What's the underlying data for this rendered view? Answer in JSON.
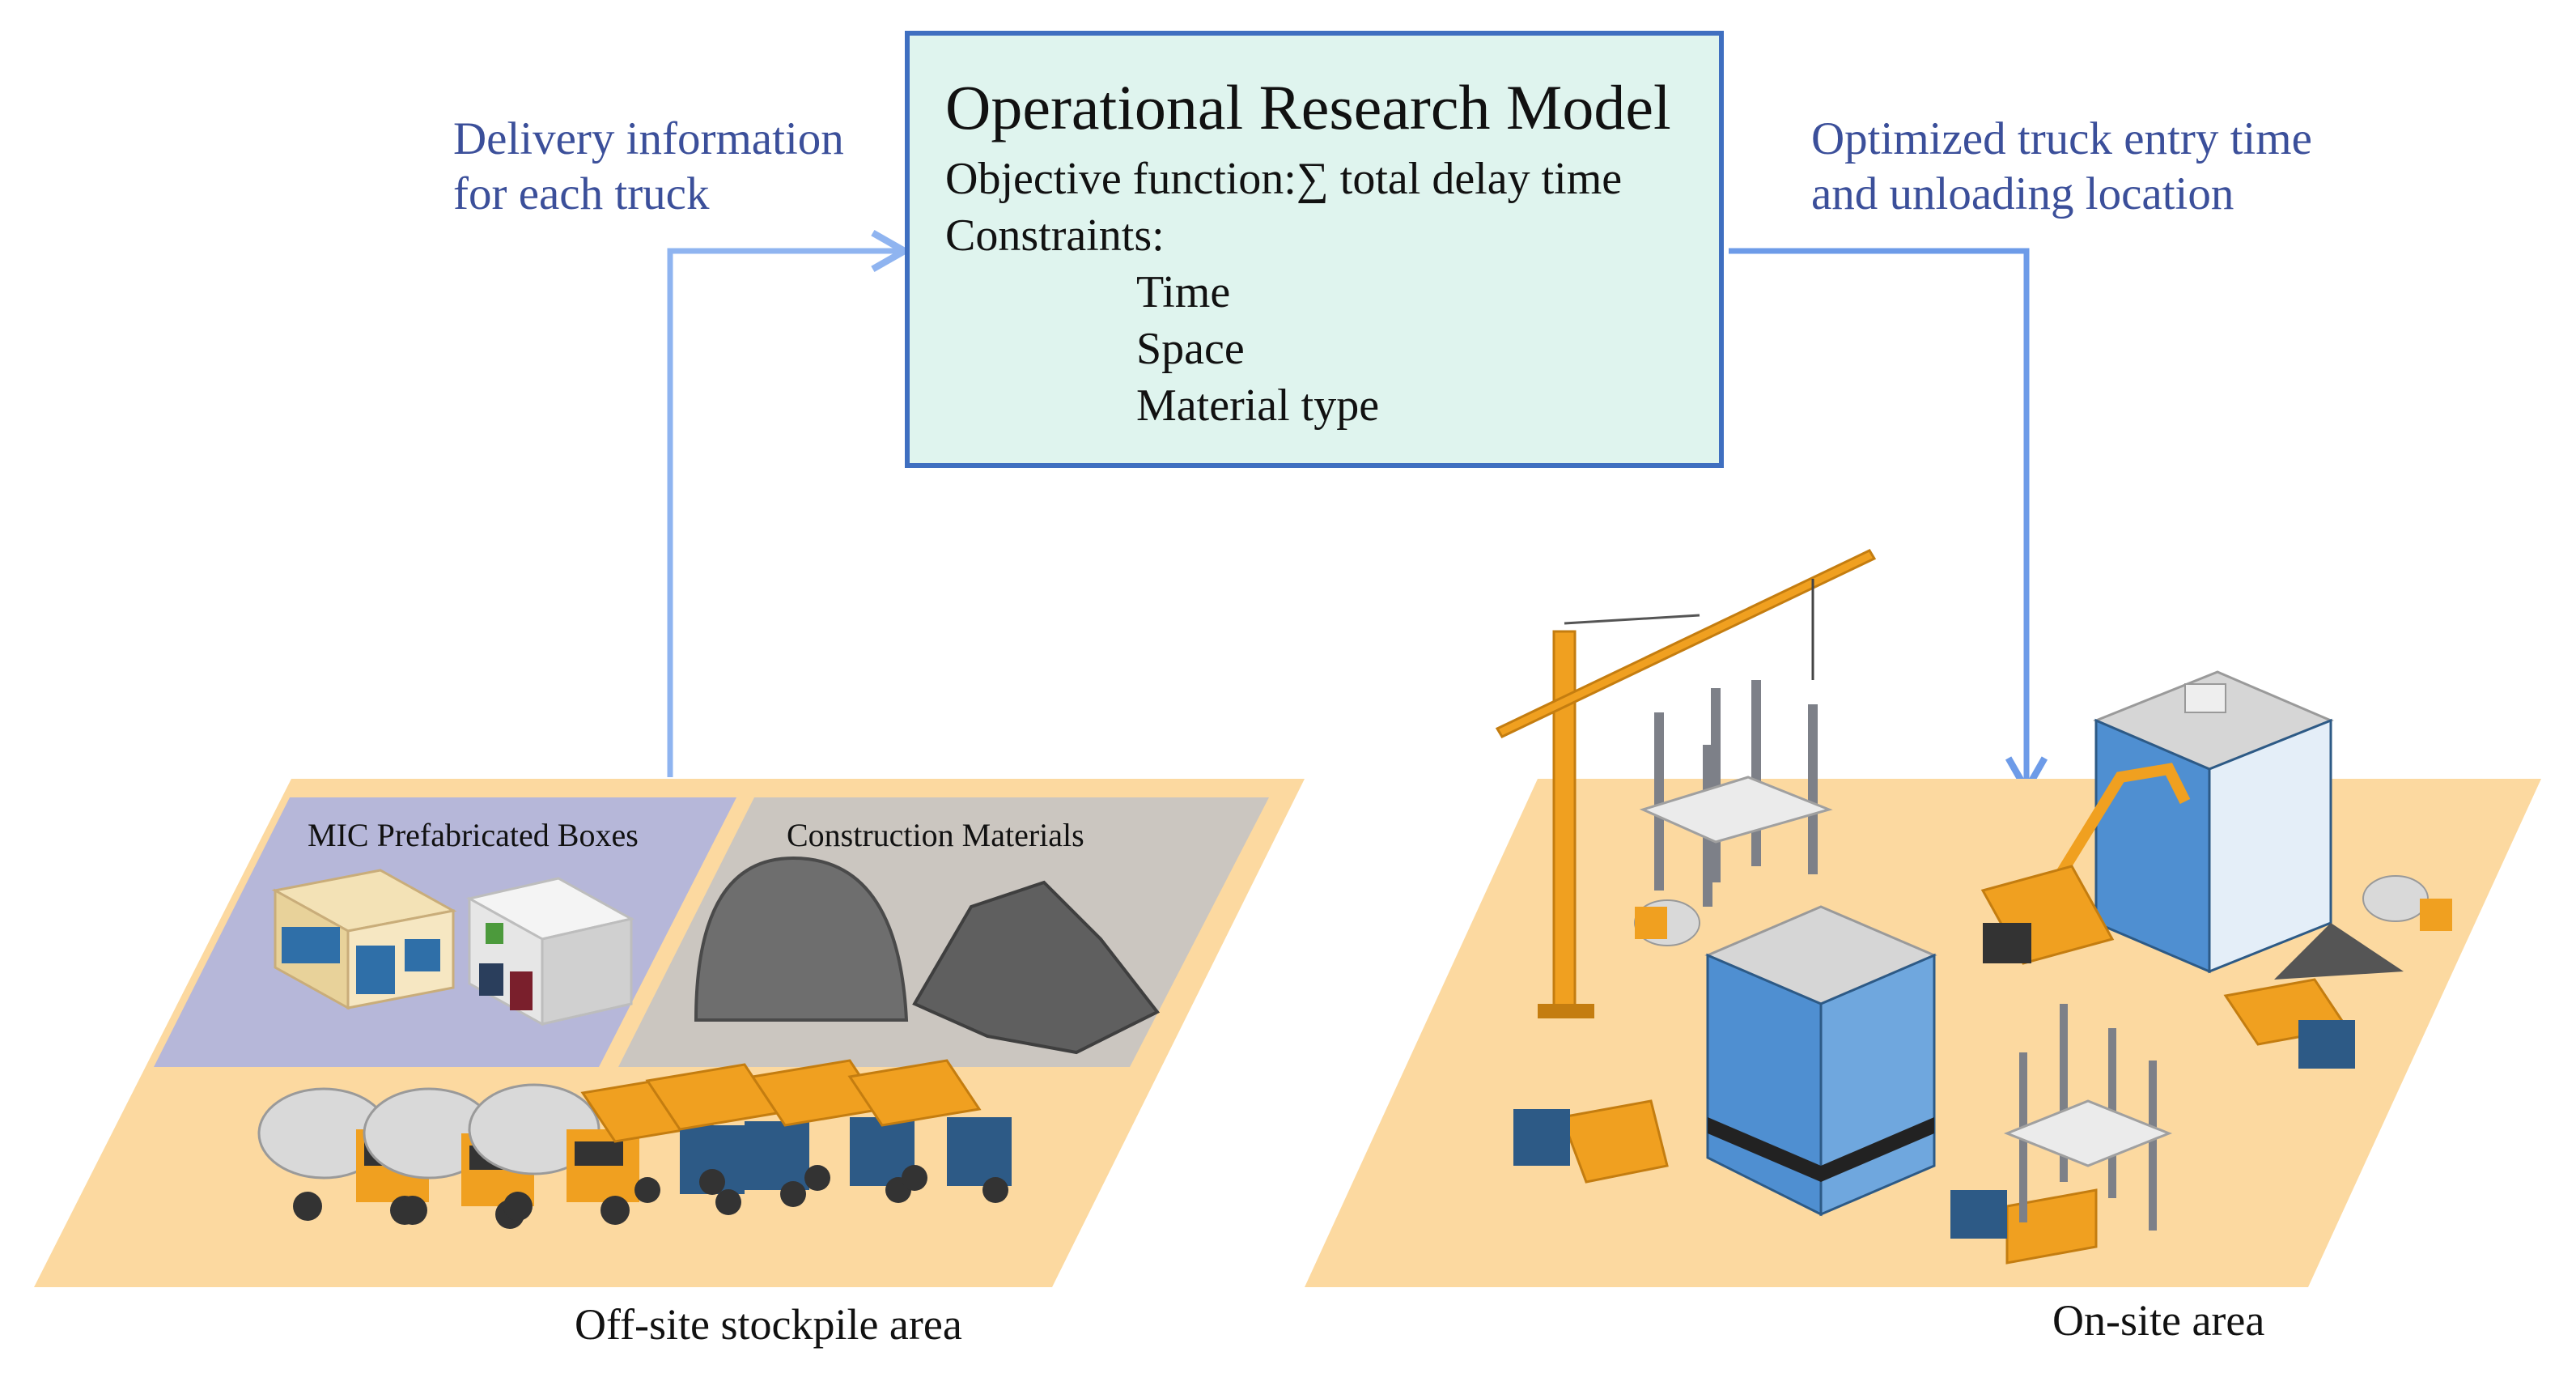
{
  "model": {
    "title": "Operational Research Model",
    "objective": "Objective function:∑ total delay time",
    "constraints_label": "Constraints:",
    "constraints": [
      "Time",
      "Space",
      "Material type"
    ]
  },
  "left_flow": {
    "line1": "Delivery information",
    "line2": "for each truck"
  },
  "right_flow": {
    "line1": "Optimized truck entry time",
    "line2": "and unloading location"
  },
  "offsite": {
    "mic_label": "MIC Prefabricated Boxes",
    "materials_label": "Construction Materials",
    "area_label": "Off-site stockpile area"
  },
  "onsite": {
    "area_label": "On-site area"
  },
  "colors": {
    "ground": "#fcd9a0",
    "mic_panel": "#b6b7d9",
    "materials_panel": "#cbc6c0",
    "box_fill": "#dff4ee",
    "box_border": "#3f6fc0",
    "arrow": "#8fb4f0",
    "label_blue": "#3b4f9a",
    "truck_cab": "#f0a020",
    "truck_blue": "#2d5a86",
    "crane": "#f0a020",
    "building_glass": "#4f8fd1"
  }
}
